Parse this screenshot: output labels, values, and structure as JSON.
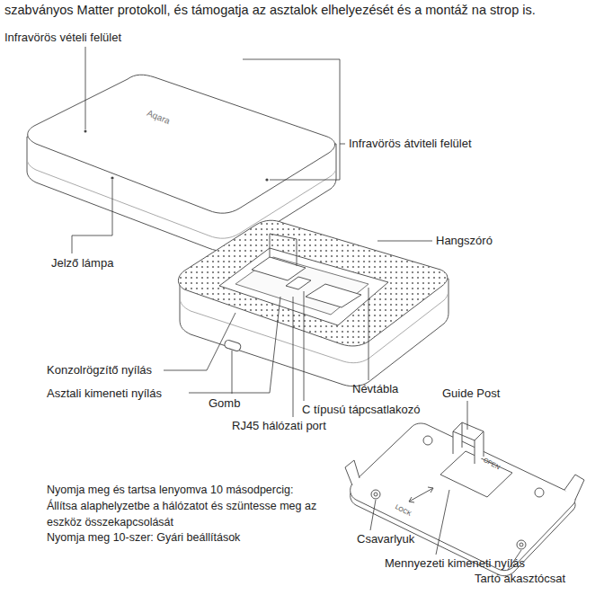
{
  "diagram": {
    "labels": [
      "szabványos Matter protokoll, és támogatja az asztalok elhelyezését és a montáž na strop is.",
      "Infravörös vételi felület",
      "Aqara",
      "Infravörös átviteli felület",
      "Jelző lámpa",
      "Hangszóró",
      "Konzolrögzítő nyílás",
      "Asztali kimeneti nyílás",
      "Gomb",
      "Névtábla",
      "Guide Post",
      "C típusú tápcsatlakozó",
      "RJ45 hálózati port",
      "Nyomja meg és tartsa lenyomva 10 másodpercig: Állítsa alaphelyzetbe a hálózatot és szüntesse meg az eszköz összekapcsolását",
      "Nyomja meg 10-szer: Gyári beállítások",
      "Csavarlyuk",
      "Mennyezeti kimeneti nyílás",
      "Tartó akasztócsat",
      "OPEN",
      "LOCK"
    ]
  }
}
